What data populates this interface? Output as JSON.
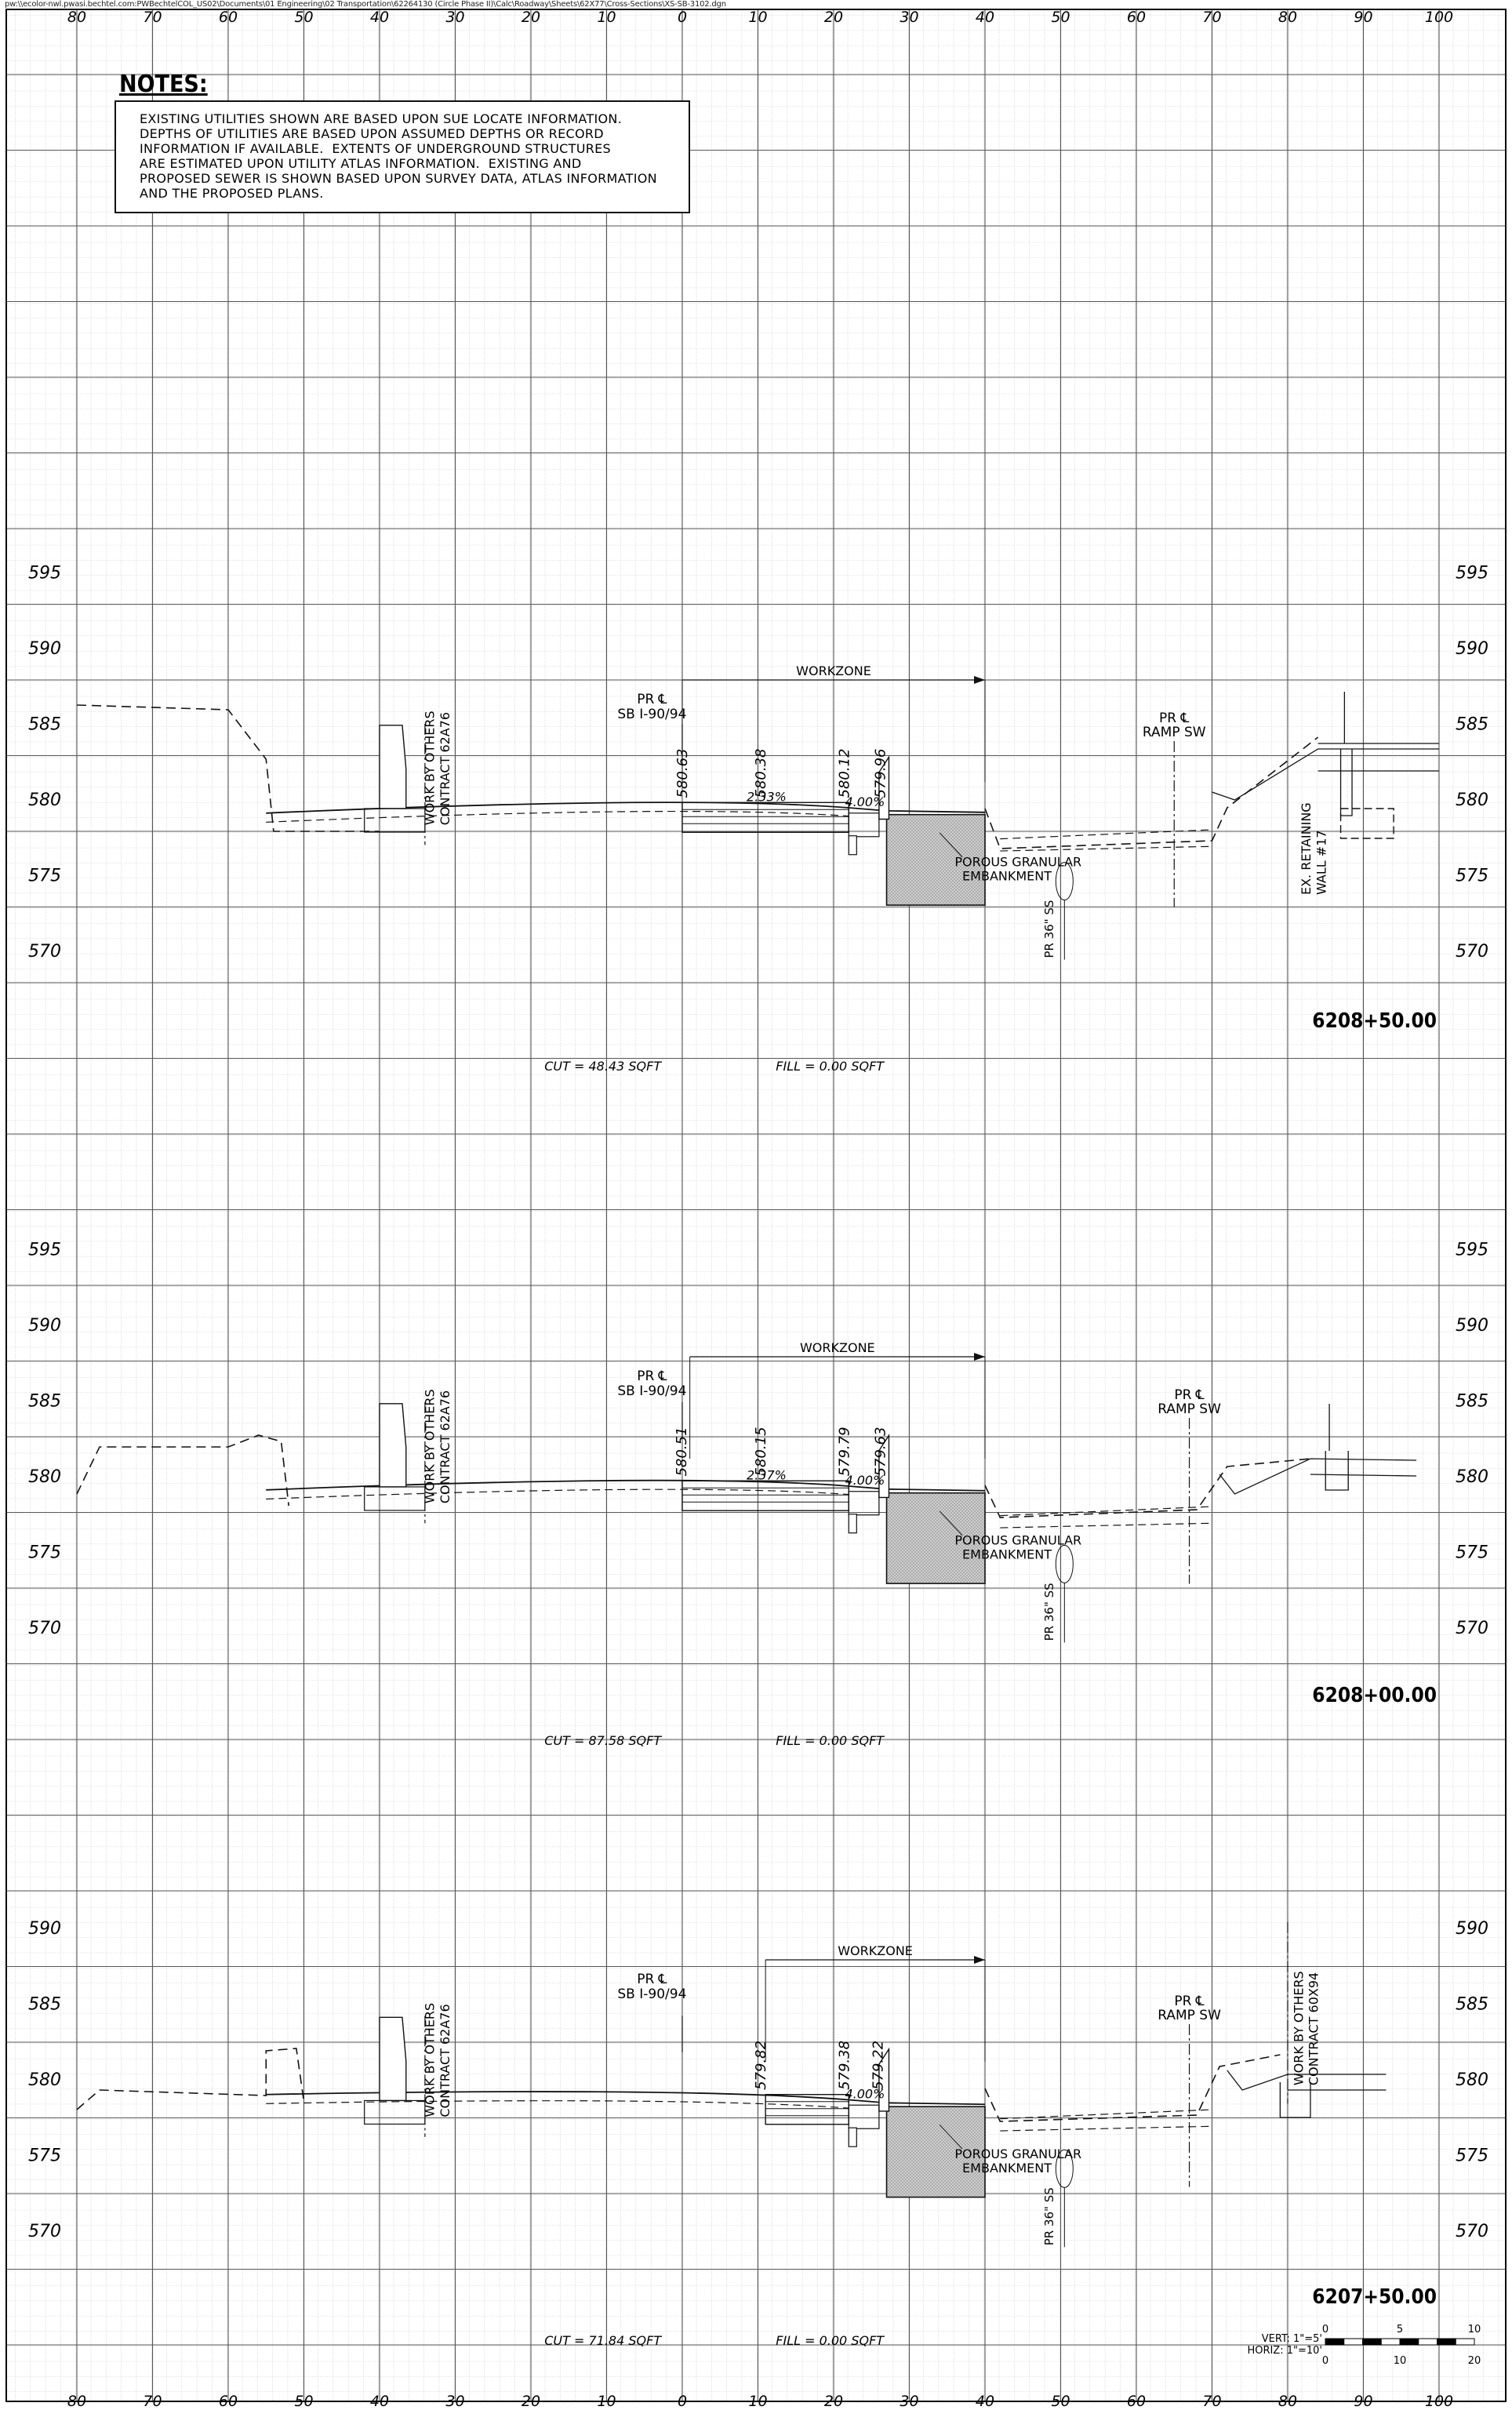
{
  "header": {
    "file_path": "pw:\\\\ecolor-nwl.pwasi.bechtel.com:PWBechtelCOL_US02\\Documents\\01 Engineering\\02 Transportation\\62264130 (Circle Phase II)\\Calc\\Roadway\\Sheets\\62X77\\Cross-Sections\\XS-SB-3102.dgn"
  },
  "notes": {
    "title": "NOTES:",
    "lines": [
      "EXISTING UTILITIES SHOWN ARE BASED UPON SUE LOCATE INFORMATION.",
      "DEPTHS OF UTILITIES ARE BASED UPON ASSUMED DEPTHS OR RECORD",
      "INFORMATION IF AVAILABLE.  EXTENTS OF UNDERGROUND STRUCTURES",
      "ARE ESTIMATED UPON UTILITY ATLAS INFORMATION.  EXISTING AND",
      "PROPOSED SEWER IS SHOWN BASED UPON SURVEY DATA, ATLAS INFORMATION",
      "AND THE PROPOSED PLANS."
    ]
  },
  "axis": {
    "offsets": [
      "80",
      "70",
      "60",
      "50",
      "40",
      "30",
      "20",
      "10",
      "0",
      "10",
      "20",
      "30",
      "40",
      "50",
      "60",
      "70",
      "80",
      "90",
      "100"
    ]
  },
  "sections": [
    {
      "station": "6208+50.00",
      "elevations": [
        "595",
        "590",
        "585",
        "580",
        "575",
        "570"
      ],
      "cut": "CUT = 48.43 SQFT",
      "fill": "FILL = 0.00 SQFT",
      "centerline_label": [
        "PR ℄",
        "SB I-90/94"
      ],
      "ramp_label": [
        "PR ℄",
        "RAMP SW"
      ],
      "workzone": "WORKZONE",
      "slope_left": "2.33%",
      "slope_right": "4.00%",
      "grade_labels": [
        "580.63",
        "580.38",
        "580.12",
        "579.96"
      ],
      "others_label": [
        "WORK BY OTHERS",
        "CONTRACT 62A76"
      ],
      "embankment_label": [
        "POROUS GRANULAR",
        "EMBANKMENT"
      ],
      "sewer_label": "PR 36\" SS",
      "wall_label": [
        "EX. RETAINING",
        "WALL #17"
      ]
    },
    {
      "station": "6208+00.00",
      "elevations": [
        "595",
        "590",
        "585",
        "580",
        "575",
        "570"
      ],
      "cut": "CUT = 87.58 SQFT",
      "fill": "FILL = 0.00 SQFT",
      "centerline_label": [
        "PR ℄",
        "SB I-90/94"
      ],
      "ramp_label": [
        "PR ℄",
        "RAMP SW"
      ],
      "workzone": "WORKZONE",
      "slope_left": "2.37%",
      "slope_right": "4.00%",
      "grade_labels": [
        "580.51",
        "580.15",
        "579.79",
        "579.63"
      ],
      "others_label": [
        "WORK BY OTHERS",
        "CONTRACT 62A76"
      ],
      "embankment_label": [
        "POROUS GRANULAR",
        "EMBANKMENT"
      ],
      "sewer_label": "PR 36\" SS"
    },
    {
      "station": "6207+50.00",
      "elevations": [
        "590",
        "585",
        "580",
        "575",
        "570"
      ],
      "cut": "CUT = 71.84 SQFT",
      "fill": "FILL = 0.00 SQFT",
      "centerline_label": [
        "PR ℄",
        "SB I-90/94"
      ],
      "ramp_label": [
        "PR ℄",
        "RAMP SW"
      ],
      "workzone": "WORKZONE",
      "slope_right": "4.00%",
      "grade_labels": [
        "579.82",
        "579.38",
        "579.22"
      ],
      "others_label": [
        "WORK BY OTHERS",
        "CONTRACT 62A76"
      ],
      "others_label_right": [
        "WORK BY OTHERS",
        "CONTRACT 60X94"
      ],
      "embankment_label": [
        "POROUS GRANULAR",
        "EMBANKMENT"
      ],
      "sewer_label": "PR 36\" SS"
    }
  ],
  "scale": {
    "vert": "VERT: 1\"=5'",
    "horiz": "HORIZ: 1\"=10'",
    "vert_ticks": [
      "0",
      "5",
      "10"
    ],
    "horiz_ticks": [
      "0",
      "10",
      "20"
    ]
  }
}
